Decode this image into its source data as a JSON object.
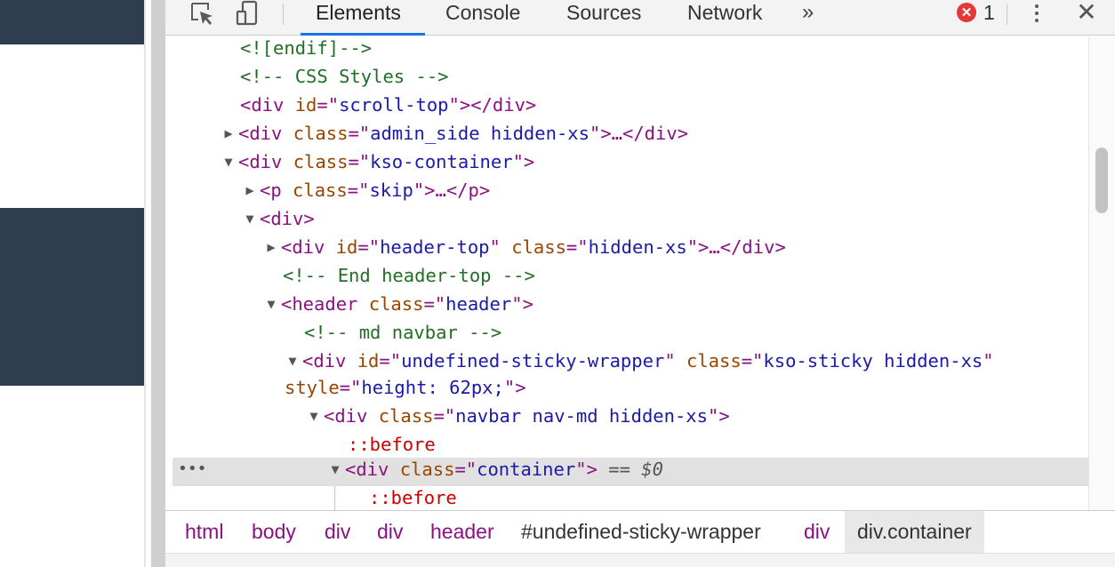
{
  "devtools": {
    "tabs": [
      {
        "label": "Elements",
        "active": true
      },
      {
        "label": "Console",
        "active": false
      },
      {
        "label": "Sources",
        "active": false
      },
      {
        "label": "Network",
        "active": false
      }
    ],
    "more_tabs_label": "»",
    "error_icon": "error-x-icon",
    "error_icon_glyph": "✕",
    "error_count": "1",
    "close_label": "✕"
  },
  "dom_tree": {
    "row0": {
      "text": "<![endif]-->"
    },
    "row1": {
      "text": "<!-- CSS Styles -->"
    },
    "row2": {
      "open": "<div",
      "a1": " id",
      "eq1": "=\"",
      "v1": "scroll-top",
      "q1": "\"",
      "close": "></div>"
    },
    "row3": {
      "open": "<div",
      "a1": " class",
      "eq1": "=\"",
      "v1": "admin_side hidden-xs",
      "q1": "\"",
      "close": ">…</div>"
    },
    "row4": {
      "open": "<div",
      "a1": " class",
      "eq1": "=\"",
      "v1": "kso-container",
      "q1": "\"",
      "close": ">"
    },
    "row5": {
      "open": "<p",
      "a1": " class",
      "eq1": "=\"",
      "v1": "skip",
      "q1": "\"",
      "close": ">…</p>"
    },
    "row6": {
      "open": "<div>"
    },
    "row7": {
      "open": "<div",
      "a1": " id",
      "eq1": "=\"",
      "v1": "header-top",
      "q1": "\"",
      "a2": " class",
      "eq2": "=\"",
      "v2": "hidden-xs",
      "q2": "\"",
      "close": ">…</div>"
    },
    "row8": {
      "text": "<!-- End header-top -->"
    },
    "row9": {
      "open": "<header",
      "a1": " class",
      "eq1": "=\"",
      "v1": "header",
      "q1": "\"",
      "close": ">"
    },
    "row10": {
      "text": "<!-- md navbar -->"
    },
    "row11": {
      "open": "<div",
      "a1": " id",
      "eq1": "=\"",
      "v1": "undefined-sticky-wrapper",
      "q1": "\"",
      "a2": " class",
      "eq2": "=\"",
      "v2": "kso-sticky hidden-xs",
      "q2": "\""
    },
    "row12": {
      "a1": "style",
      "eq1": "=\"",
      "v1": "height: 62px;",
      "q1": "\"",
      "close": ">"
    },
    "row13": {
      "open": "<div",
      "a1": " class",
      "eq1": "=\"",
      "v1": "navbar nav-md hidden-xs",
      "q1": "\"",
      "close": ">"
    },
    "row14": {
      "text": "::before"
    },
    "row15": {
      "open": "<div",
      "a1": " class",
      "eq1": "=\"",
      "v1": "container",
      "q1": "\"",
      "close": ">",
      "eq_sel": " == ",
      "sel_var": "$0",
      "ellipsis": "•••"
    },
    "row16": {
      "text": "::before"
    }
  },
  "breadcrumb": [
    "html",
    "body",
    "div",
    "div",
    "header",
    "#undefined-sticky-wrapper",
    "div",
    "div.container"
  ],
  "colors": {
    "tag": "#881280",
    "attribute": "#994500",
    "value": "#1a1aa6",
    "comment": "#236e25",
    "pseudo": "#c80000",
    "accent": "#1a73e8",
    "error": "#e53935"
  }
}
